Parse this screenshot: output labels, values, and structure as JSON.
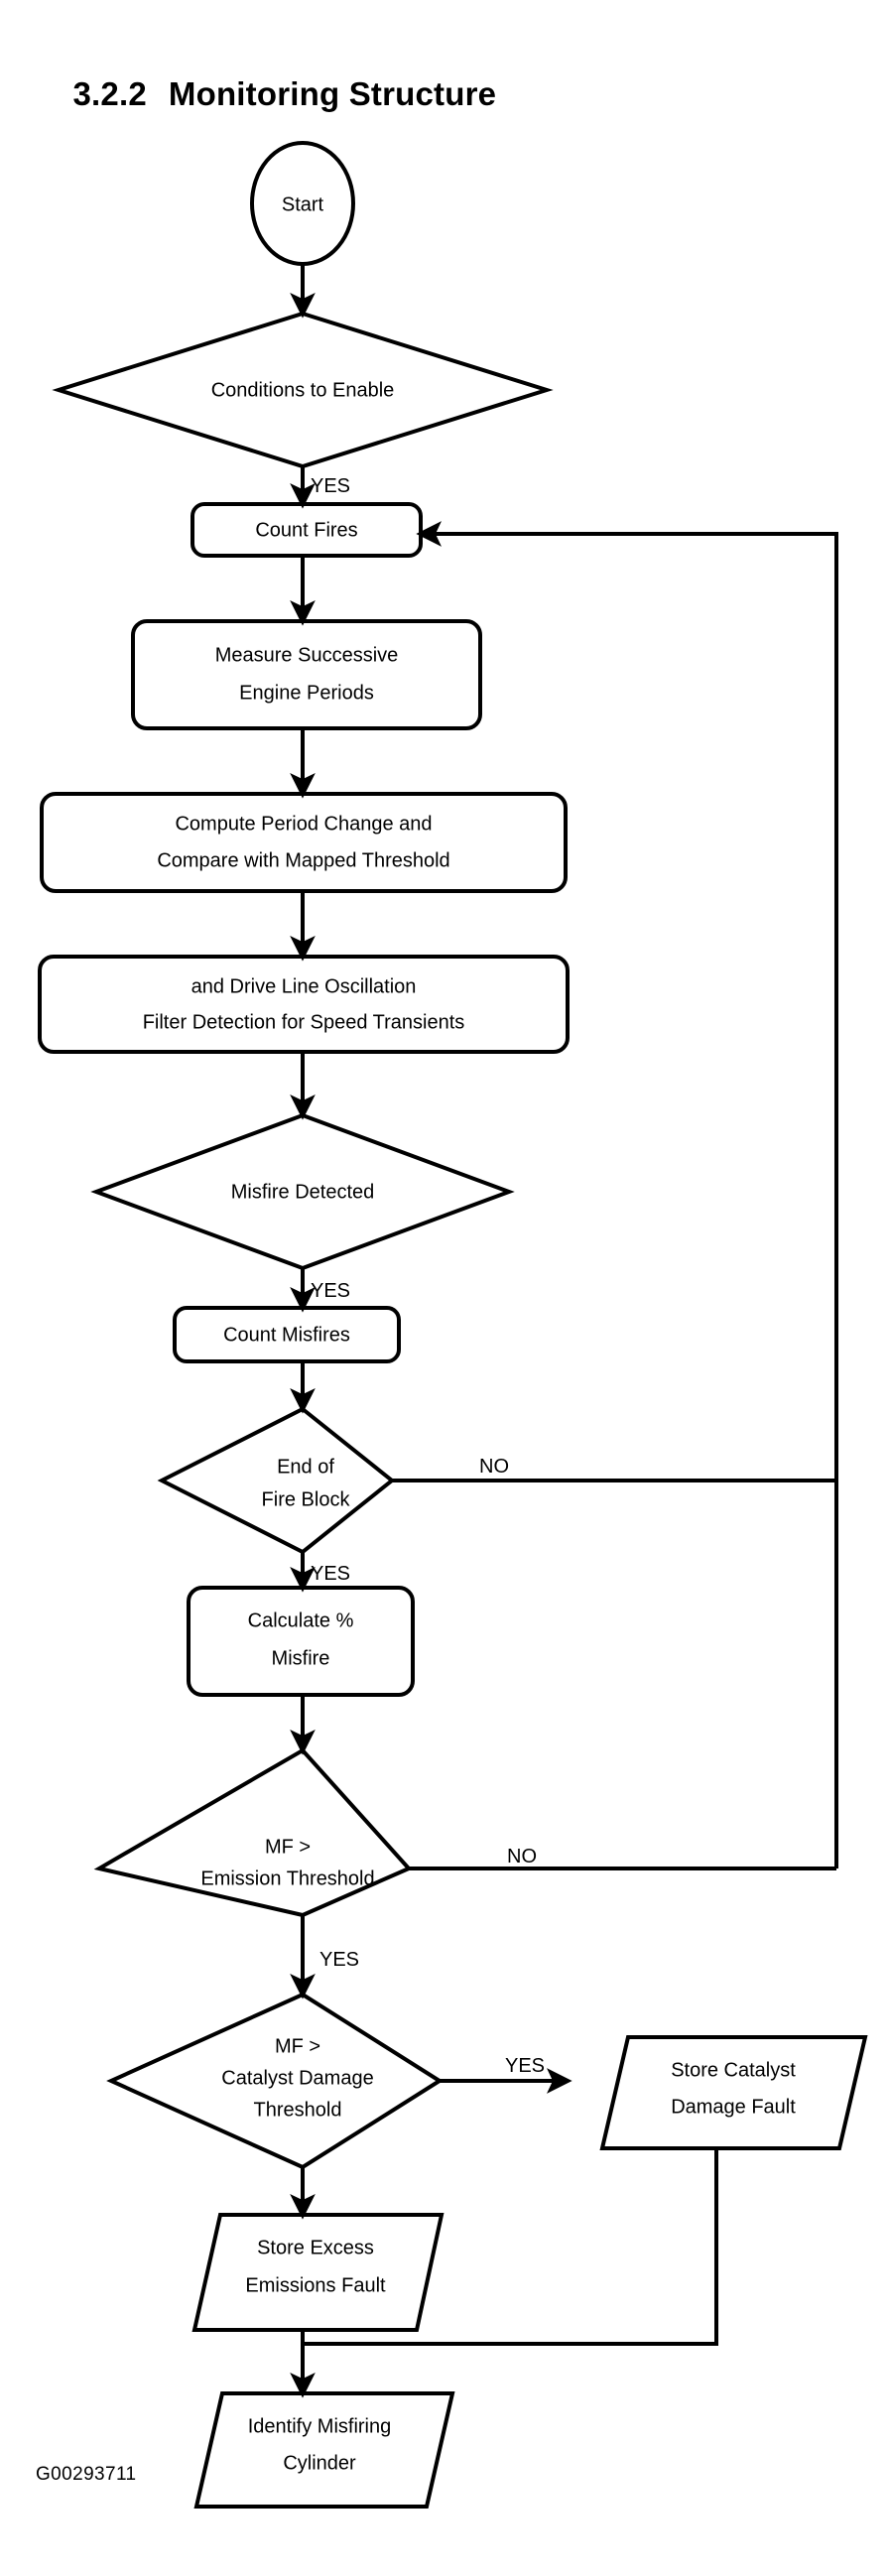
{
  "heading": {
    "number": "3.2.2",
    "text": "Monitoring Structure"
  },
  "figure_id": "G00293711",
  "colors": {
    "ink": "#000000",
    "paper": "#ffffff"
  },
  "nodes": {
    "start": {
      "shape": "terminator-ellipse",
      "label": "Start"
    },
    "conditions_to_enable": {
      "shape": "decision",
      "label": "Conditions to Enable"
    },
    "count_fires": {
      "shape": "process",
      "label": "Count Fires"
    },
    "measure_periods": {
      "shape": "process",
      "line1": "Measure Successive",
      "line2": "Engine Periods"
    },
    "compute_period_change": {
      "shape": "process",
      "line1": "Compute Period Change and",
      "line2": "Compare with Mapped Threshold"
    },
    "filter_detection": {
      "shape": "process",
      "line1": "and Drive Line Oscillation",
      "line2": "Filter Detection for Speed Transients"
    },
    "misfire_detected": {
      "shape": "decision",
      "label": "Misfire Detected"
    },
    "count_misfires": {
      "shape": "process",
      "label": "Count Misfires"
    },
    "end_of_fire_block": {
      "shape": "decision",
      "line1": "End of",
      "line2": "Fire Block"
    },
    "calculate_pct_misfire": {
      "shape": "process",
      "line1": "Calculate %",
      "line2": "Misfire"
    },
    "mf_gt_emission": {
      "shape": "decision",
      "line1": "MF >",
      "line2": "Emission Threshold"
    },
    "mf_gt_catalyst": {
      "shape": "decision",
      "line1": "MF >",
      "line2": "Catalyst Damage",
      "line3": "Threshold"
    },
    "store_catalyst_fault": {
      "shape": "data-parallelogram",
      "line1": "Store Catalyst",
      "line2": "Damage Fault"
    },
    "store_excess_fault": {
      "shape": "data-parallelogram",
      "line1": "Store Excess",
      "line2": "Emissions Fault"
    },
    "identify_cylinder": {
      "shape": "data-parallelogram",
      "line1": "Identify Misfiring",
      "line2": "Cylinder"
    }
  },
  "edge_labels": {
    "enable_yes": "YES",
    "misfire_yes": "YES",
    "fire_block_no": "NO",
    "fire_block_yes": "YES",
    "emission_no": "NO",
    "emission_yes": "YES",
    "catalyst_yes": "YES"
  },
  "flow": [
    {
      "from": "start",
      "to": "conditions_to_enable",
      "label": ""
    },
    {
      "from": "conditions_to_enable",
      "to": "count_fires",
      "label": "YES"
    },
    {
      "from": "count_fires",
      "to": "measure_periods",
      "label": ""
    },
    {
      "from": "measure_periods",
      "to": "compute_period_change",
      "label": ""
    },
    {
      "from": "compute_period_change",
      "to": "filter_detection",
      "label": ""
    },
    {
      "from": "filter_detection",
      "to": "misfire_detected",
      "label": ""
    },
    {
      "from": "misfire_detected",
      "to": "count_misfires",
      "label": "YES"
    },
    {
      "from": "count_misfires",
      "to": "end_of_fire_block",
      "label": ""
    },
    {
      "from": "end_of_fire_block",
      "to": "count_fires",
      "label": "NO"
    },
    {
      "from": "end_of_fire_block",
      "to": "calculate_pct_misfire",
      "label": "YES"
    },
    {
      "from": "calculate_pct_misfire",
      "to": "mf_gt_emission",
      "label": ""
    },
    {
      "from": "mf_gt_emission",
      "to": "count_fires",
      "label": "NO"
    },
    {
      "from": "mf_gt_emission",
      "to": "mf_gt_catalyst",
      "label": "YES"
    },
    {
      "from": "mf_gt_catalyst",
      "to": "store_catalyst_fault",
      "label": "YES"
    },
    {
      "from": "mf_gt_catalyst",
      "to": "store_excess_fault",
      "label": ""
    },
    {
      "from": "store_excess_fault",
      "to": "identify_cylinder",
      "label": ""
    },
    {
      "from": "store_catalyst_fault",
      "to": "identify_cylinder",
      "label": ""
    }
  ]
}
